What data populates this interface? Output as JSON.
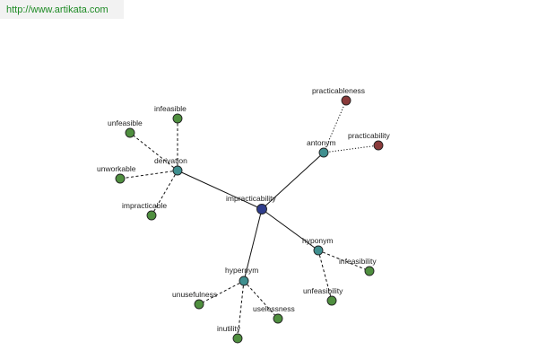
{
  "source": {
    "url": "http://www.artikata.com"
  },
  "colors": {
    "root": "#2f3d8c",
    "relation": "#3f8f8f",
    "word": "#4f8f3f",
    "antonym_word": "#8a3a3a"
  },
  "graph": {
    "nodes": [
      {
        "id": "root",
        "label": "impracticability",
        "kind": "root"
      },
      {
        "id": "derivation",
        "label": "derivation",
        "kind": "relation"
      },
      {
        "id": "antonym",
        "label": "antonym",
        "kind": "relation"
      },
      {
        "id": "hyponym",
        "label": "hyponym",
        "kind": "relation"
      },
      {
        "id": "hypernym",
        "label": "hypernym",
        "kind": "relation"
      },
      {
        "id": "infeasible",
        "label": "infeasible",
        "kind": "word"
      },
      {
        "id": "unfeasible",
        "label": "unfeasible",
        "kind": "word"
      },
      {
        "id": "unworkable",
        "label": "unworkable",
        "kind": "word"
      },
      {
        "id": "impracticable",
        "label": "impracticable",
        "kind": "word"
      },
      {
        "id": "practicableness",
        "label": "practicableness",
        "kind": "antonym_word"
      },
      {
        "id": "practicability",
        "label": "practicability",
        "kind": "antonym_word"
      },
      {
        "id": "infeasibility",
        "label": "infeasibility",
        "kind": "word"
      },
      {
        "id": "unfeasibility",
        "label": "unfeasibility",
        "kind": "word"
      },
      {
        "id": "unusefulness",
        "label": "unusefulness",
        "kind": "word"
      },
      {
        "id": "uselessness",
        "label": "uselessness",
        "kind": "word"
      },
      {
        "id": "inutility",
        "label": "inutility",
        "kind": "word"
      }
    ],
    "edges": [
      {
        "from": "root",
        "to": "derivation",
        "style": "solid"
      },
      {
        "from": "root",
        "to": "antonym",
        "style": "solid"
      },
      {
        "from": "root",
        "to": "hyponym",
        "style": "solid"
      },
      {
        "from": "root",
        "to": "hypernym",
        "style": "solid"
      },
      {
        "from": "derivation",
        "to": "infeasible",
        "style": "dashed"
      },
      {
        "from": "derivation",
        "to": "unfeasible",
        "style": "dashed"
      },
      {
        "from": "derivation",
        "to": "unworkable",
        "style": "dashed"
      },
      {
        "from": "derivation",
        "to": "impracticable",
        "style": "dashed"
      },
      {
        "from": "antonym",
        "to": "practicableness",
        "style": "dotted"
      },
      {
        "from": "antonym",
        "to": "practicability",
        "style": "dotted"
      },
      {
        "from": "hyponym",
        "to": "infeasibility",
        "style": "dashed"
      },
      {
        "from": "hyponym",
        "to": "unfeasibility",
        "style": "dashed"
      },
      {
        "from": "hypernym",
        "to": "unusefulness",
        "style": "dashed"
      },
      {
        "from": "hypernym",
        "to": "uselessness",
        "style": "dashed"
      },
      {
        "from": "hypernym",
        "to": "inutility",
        "style": "dashed"
      }
    ]
  }
}
